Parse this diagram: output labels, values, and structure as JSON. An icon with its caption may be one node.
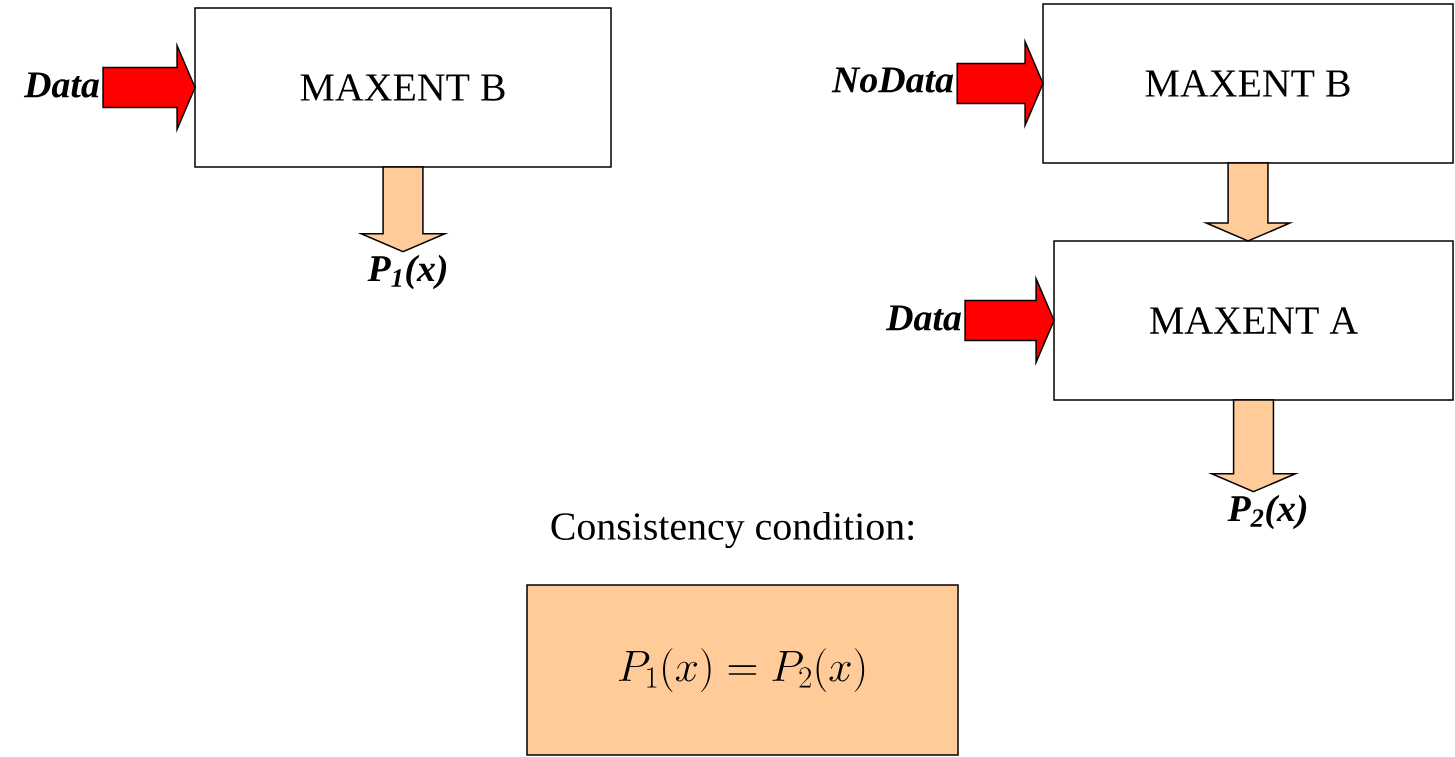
{
  "diagram": {
    "nodes": [
      {
        "text": [
          "Data"
        ]
      },
      {
        "text": [
          "MAXENT B"
        ]
      },
      {
        "text": [
          "P$_{1}$(x)"
        ]
      },
      {
        "text": [
          "NoData"
        ]
      },
      {
        "text": [
          "MAXENT B"
        ]
      },
      {
        "text": [
          "Data"
        ]
      },
      {
        "text": [
          "MAXENT A"
        ]
      },
      {
        "text": [
          "P$_{2}$(x)"
        ]
      },
      {
        "text": [
          "P_1(x) = P_2(x)"
        ]
      }
    ],
    "edges": [
      {
        "from": 0,
        "to": 1,
        "arrow": "to",
        "color": "#ff0000"
      },
      {
        "from": 1,
        "to": 2,
        "arrow": "to",
        "color": "#ffcc99"
      },
      {
        "from": 3,
        "to": 4,
        "arrow": "to",
        "color": "#ff0000"
      },
      {
        "from": 4,
        "to": 6,
        "arrow": "to",
        "color": "#ffcc99"
      },
      {
        "from": 5,
        "to": 6,
        "arrow": "to",
        "color": "#ff0000"
      },
      {
        "from": 6,
        "to": 7,
        "arrow": "to",
        "color": "#ffcc99"
      }
    ],
    "labels": [
      "Consistency condition:"
    ]
  }
}
